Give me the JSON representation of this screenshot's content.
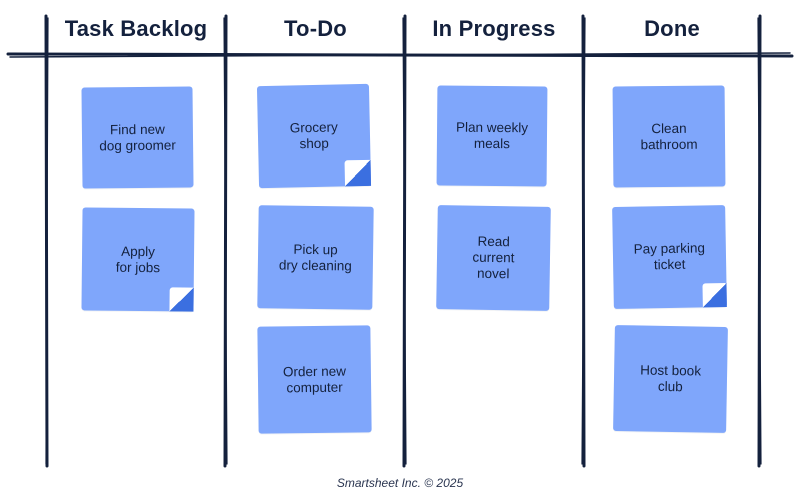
{
  "board": {
    "columns": [
      {
        "title": "Task Backlog"
      },
      {
        "title": "To-Do"
      },
      {
        "title": "In Progress"
      },
      {
        "title": "Done"
      }
    ],
    "notes": {
      "backlog": [
        "Find new\ndog groomer",
        "Apply\nfor jobs"
      ],
      "todo": [
        "Grocery\nshop",
        "Pick up\ndry cleaning",
        "Order new\ncomputer"
      ],
      "in_progress": [
        "Plan weekly\nmeals",
        "Read\ncurrent\nnovel"
      ],
      "done": [
        "Clean\nbathroom",
        "Pay parking\nticket",
        "Host book\nclub"
      ]
    },
    "colors": {
      "note": "#7fa6fb",
      "note_fold": "#3b6fe0",
      "line": "#14213d"
    }
  },
  "footer": {
    "text": "Smartsheet Inc. © 2025"
  }
}
